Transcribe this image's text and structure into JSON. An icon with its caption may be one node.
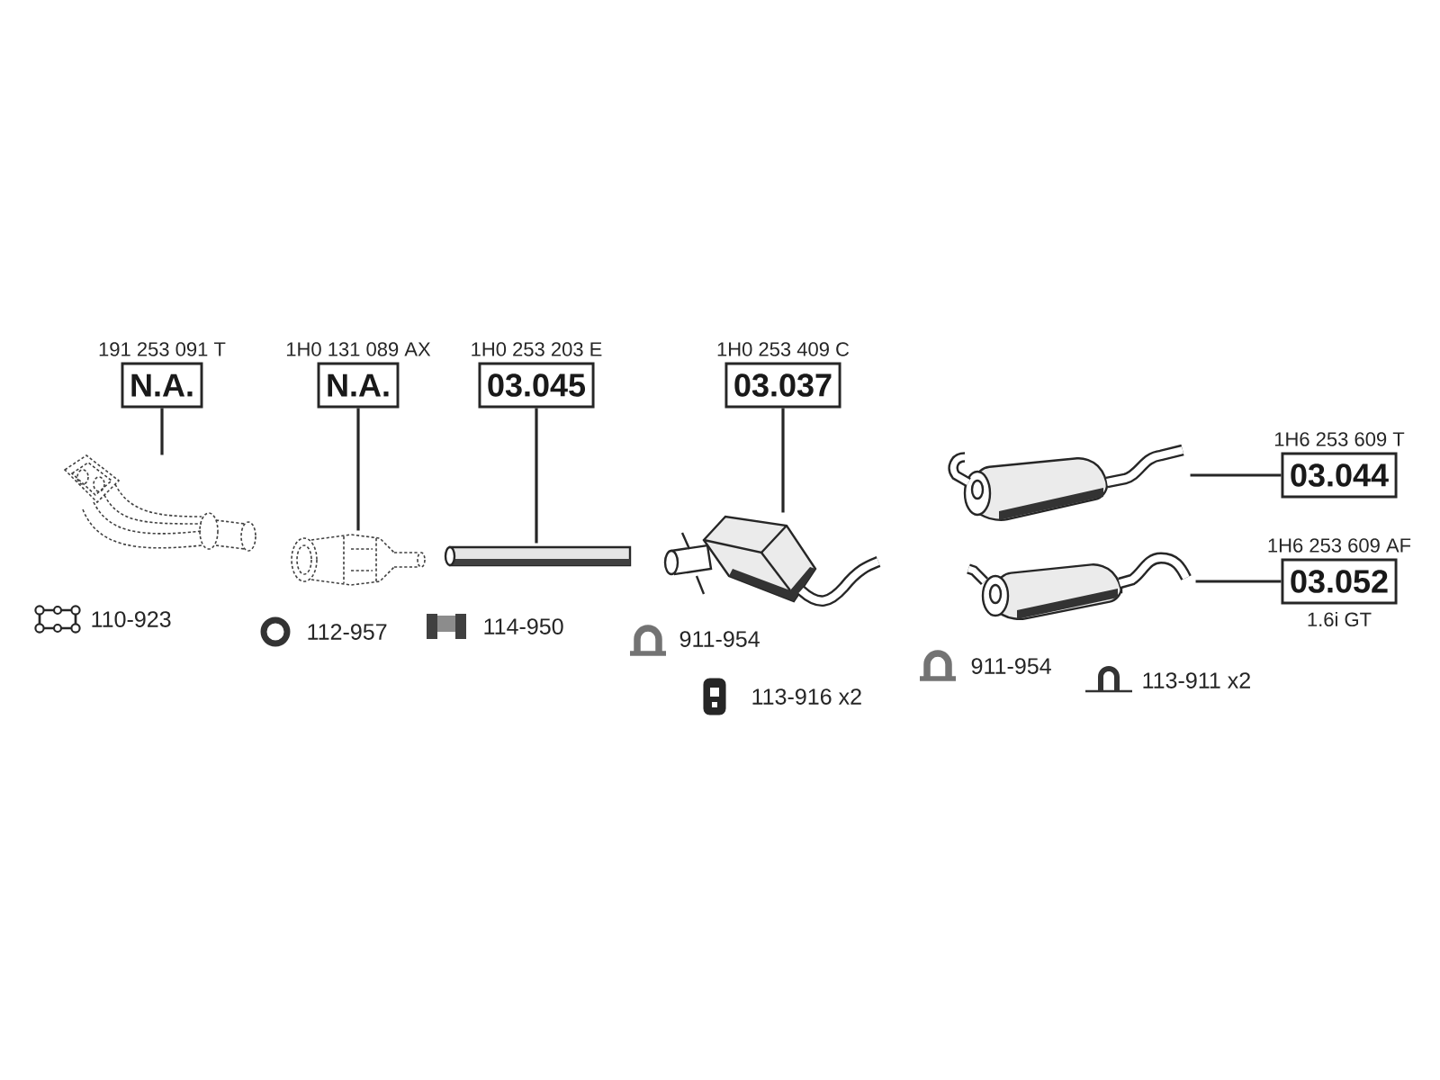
{
  "diagram": {
    "nodes": [
      {
        "text": [
          "191 253 091 T",
          "N.A."
        ]
      },
      {
        "text": [],
        "shape": "picture"
      },
      {
        "text": [
          "1H0 131 089 AX",
          "N.A."
        ]
      },
      {
        "text": [],
        "shape": "picture"
      },
      {
        "text": [
          "1H0 253 203 E",
          "03.045"
        ]
      },
      {
        "text": [],
        "shape": "picture"
      },
      {
        "text": [
          "1H0 253 409 C",
          "03.037"
        ]
      },
      {
        "text": [],
        "shape": "picture"
      },
      {
        "text": [],
        "shape": "picture"
      },
      {
        "text": [
          "1H6 253 609 T",
          "03.044"
        ]
      },
      {
        "text": [],
        "shape": "picture"
      },
      {
        "text": [
          "1H6 253 609 AF",
          "03.052"
        ],
        "beside": [
          "1.6i GT"
        ]
      }
    ],
    "edges": [
      {
        "from": 0,
        "to": 1,
        "arrow": "none"
      },
      {
        "from": 2,
        "to": 3,
        "arrow": "none"
      },
      {
        "from": 4,
        "to": 5,
        "arrow": "none"
      },
      {
        "from": 6,
        "to": 7,
        "arrow": "none"
      },
      {
        "from": 9,
        "to": 8,
        "arrow": "none"
      },
      {
        "from": 11,
        "to": 10,
        "arrow": "none"
      }
    ],
    "labels": [
      "110-923",
      "112-957",
      "114-950",
      "911-954",
      "113-916 x2",
      "911-954",
      "113-911 x2"
    ]
  }
}
